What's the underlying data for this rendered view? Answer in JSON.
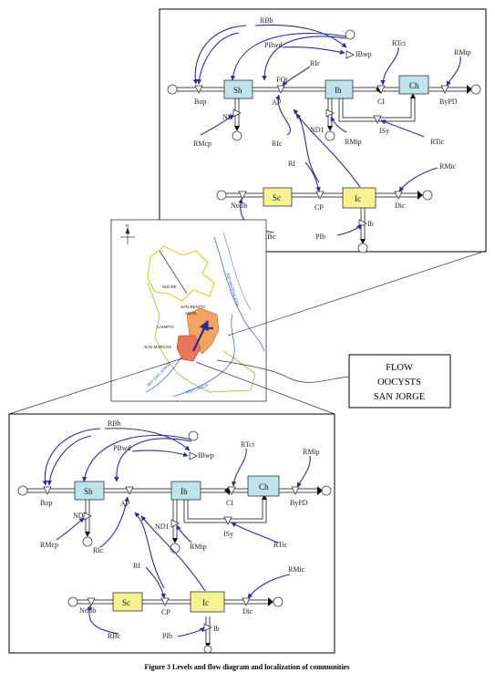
{
  "colors": {
    "stock_blue": "#bfe3ea",
    "stock_yellow": "#f6f294",
    "link_blue": "#2d2e8c",
    "flow_gray": "#555555",
    "map_orange": "#f4a460",
    "map_yellow_line": "#c8c800",
    "river_blue": "#5a78c8"
  },
  "top_diagram": {
    "stocks": {
      "sh": "Sh",
      "ih": "Ih",
      "ch": "Ch",
      "sc": "Sc",
      "ic": "Ic"
    },
    "variables": {
      "rbh": "RBh",
      "pbwd": "PBwd",
      "ibwp": "IBwp",
      "rtci": "RTci",
      "rmip_top": "RMip",
      "rir": "RIr",
      "fot": "FOt",
      "bop": "Bop",
      "ap": "AP",
      "nd": "ND",
      "ci": "CI",
      "bypd": "ByPD",
      "nd1": "ND1",
      "rmcp": "RMcp",
      "ric": "RIc",
      "rmip": "RMip",
      "isy": "ISy",
      "rtic": "RTic",
      "ri": "RI",
      "rmic": "RMic",
      "nothb": "Notlb",
      "cp": "CP",
      "dic": "Dic",
      "rbc": "RBc",
      "pib": "PIb",
      "ib": "Ib"
    }
  },
  "bottom_diagram": {
    "stocks": {
      "sh": "Sh",
      "ih": "Ih",
      "ch": "Ch",
      "sc": "Sc",
      "ic": "Ic"
    },
    "variables": {
      "rbh": "RBh",
      "pbwd": "PBwd",
      "ibwp": "IBwp",
      "rtci": "RTci",
      "rmip_top": "RMip",
      "bop": "Bop",
      "ap": "AP",
      "nd": "ND",
      "ci": "CI",
      "bypd": "ByPD",
      "nd1": "ND1",
      "rmcp": "RMcp",
      "ric": "RIc",
      "rmip": "RMip",
      "isy": "ISy",
      "rtic": "RTic",
      "ri": "RI",
      "rmic": "RMic",
      "nothb": "Notlb",
      "cp": "CP",
      "dic": "Dic",
      "rbc": "RBc",
      "pib": "PIb",
      "ib": "Ib"
    }
  },
  "map": {
    "places": {
      "sucre": "SUCRE",
      "san_benito": "SAN BENITO",
      "abad": "ABAD",
      "caimito": "CAIMITO",
      "san_marcos": "SAN MARCOS"
    },
    "rivers": {
      "magdalena": "RIO MAGDALENA",
      "san_jorge": "RIO SAN JORGE",
      "cauca": "RIO CAUCA"
    },
    "compass": "N"
  },
  "flow_box": {
    "line1": "FLOW",
    "line2": "OOCYSTS",
    "line3": "SAN JORGE"
  },
  "caption": "Figure 3 Levels and flow diagram and localization of communities"
}
